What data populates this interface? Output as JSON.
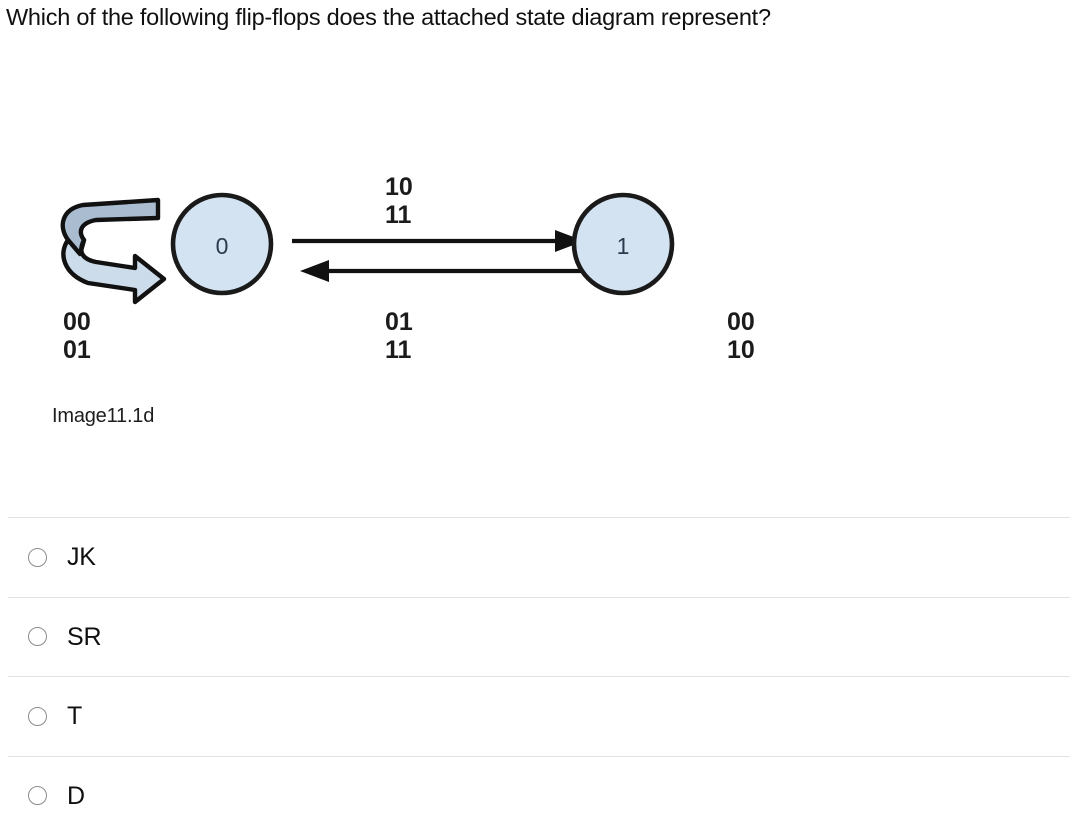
{
  "question": {
    "prompt": "Which of the following flip-flops does the attached state diagram represent?"
  },
  "figure": {
    "caption": "Image11.1d",
    "alt_name": "state-diagram",
    "colors": {
      "state_fill": "#d4e3f1",
      "state_stroke": "#1a1a1a",
      "loop_top_fill": "#aabdd0",
      "loop_bottom_fill": "#ccdceb",
      "loop_stroke": "#111111",
      "arrow_color": "#111111",
      "label_color": "#1b1b1b"
    },
    "states": [
      {
        "id": "state-0",
        "label": "0"
      },
      {
        "id": "state-1",
        "label": "1"
      }
    ],
    "self_loops": [
      {
        "id": "self-loop-state-0",
        "state": "0",
        "side": "left",
        "labels": [
          "00",
          "01"
        ]
      },
      {
        "id": "self-loop-state-1",
        "state": "1",
        "side": "right",
        "labels": [
          "00",
          "10"
        ]
      }
    ],
    "transitions": [
      {
        "id": "transition-0-to-1",
        "from": "0",
        "to": "1",
        "direction": "right",
        "labels": [
          "10",
          "11"
        ],
        "label_position": "above"
      },
      {
        "id": "transition-1-to-0",
        "from": "1",
        "to": "0",
        "direction": "left",
        "labels": [
          "01",
          "11"
        ],
        "label_position": "below"
      }
    ]
  },
  "options": {
    "selected": null,
    "items": [
      {
        "id": "option-jk",
        "label": "JK",
        "selected": false
      },
      {
        "id": "option-sr",
        "label": "SR",
        "selected": false
      },
      {
        "id": "option-t",
        "label": "T",
        "selected": false
      },
      {
        "id": "option-d",
        "label": "D",
        "selected": false
      }
    ]
  }
}
